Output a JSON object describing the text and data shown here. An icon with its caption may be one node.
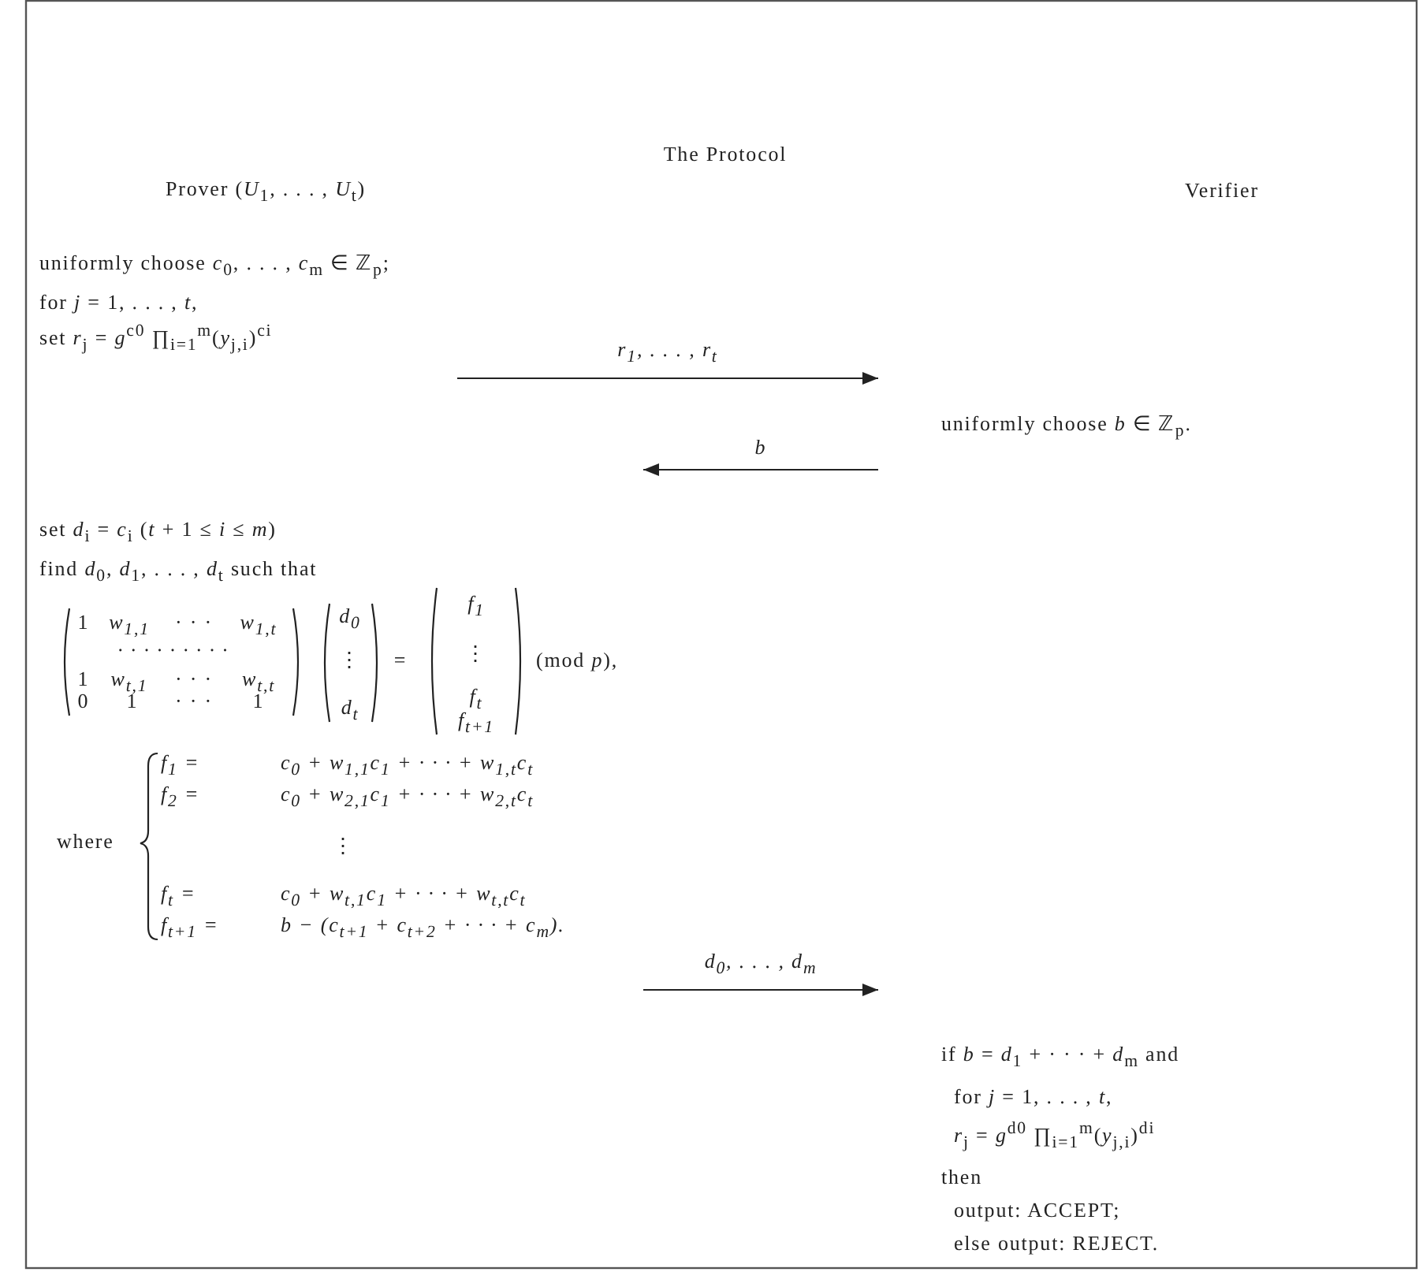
{
  "diagram": {
    "title": "The Protocol",
    "nodes": [
      {
        "text": [
          "uniformly choose *c*$_{0}$, . . . , *c*$_{m}$ ∈ ℤ$_{p}$;",
          "for *j* = 1, . . . , *t*,",
          "set *r*$_{j}$ = *g*$^{c0}$ ∏$_{i=1}$$^{m}$(*y*$_{j,i}$)$^{ci}$"
        ]
      },
      {
        "text": [
          "uniformly choose *b* ∈ ℤ$_{p}$."
        ]
      },
      {
        "text": [
          "set *d*$_{i}$ = *c*$_{i}$  (*t* + 1 ≤ *i* ≤ *m*)",
          "find *d*$_{0}$, *d*$_{1}$, . . . , *d*$_{t}$ such that"
        ]
      },
      {
        "text": [
          "if *b* = *d*$_{1}$ + · · · + *d*$_{m}$ and",
          "for *j* = 1, . . . , *t*,",
          "*r*$_{j}$ = *g*$^{d0}$ ∏$_{i=1}$$^{m}$(*y*$_{j,i}$)$^{di}$",
          "then",
          "output: ACCEPT;",
          "else output: REJECT."
        ]
      }
    ],
    "edges": [
      {
        "from": 0,
        "to": 1,
        "arrow": "to",
        "label": "*r*$_{1}$, . . . , *r*$_{t}$"
      },
      {
        "from": 1,
        "to": 2,
        "arrow": "to",
        "label": "*b*"
      },
      {
        "from": 2,
        "to": 3,
        "arrow": "to",
        "label": "*d*$_{0}$, . . . , *d*$_{m}$"
      }
    ],
    "labels": [
      "Prover (*U*$_{1}$, . . . , *U*$_{t}$)",
      "Verifier",
      "1",
      "w$_{1,1}$",
      "· · ·",
      "w$_{1,t}$",
      ". . . . . . . . .",
      "1",
      "w$_{t,1}$",
      "· · ·",
      "w$_{t,t}$",
      "0",
      "1",
      "· · ·",
      "1",
      "d$_{0}$",
      "⋮",
      "d$_{t}$",
      "=",
      "f$_{1}$",
      "⋮",
      "f$_{t}$",
      "f$_{t+1}$",
      "(mod *p*),",
      "where",
      "f$_{1}$ =",
      "c$_{0}$ + w$_{1,1}$c$_{1}$ + · · · + w$_{1,t}$c$_{t}$",
      "f$_{2}$ =",
      "c$_{0}$ + w$_{2,1}$c$_{1}$ + · · · + w$_{2,t}$c$_{t}$",
      "⋮",
      "f$_{t}$ =",
      "c$_{0}$ + w$_{t,1}$c$_{1}$ + · · · + w$_{t,t}$c$_{t}$",
      "f$_{t+1}$ =",
      "b − (c$_{t+1}$ + c$_{t+2}$ + · · · + c$_{m}$)."
    ]
  }
}
